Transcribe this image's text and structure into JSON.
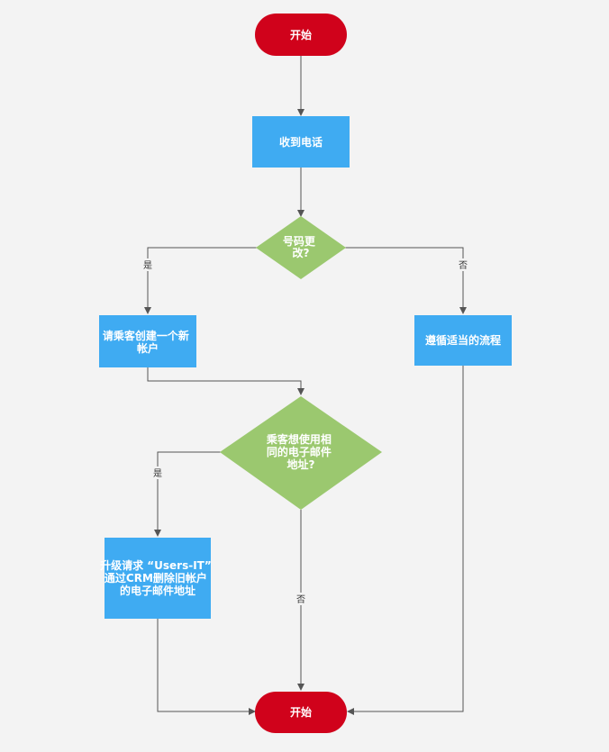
{
  "colors": {
    "terminal": "#d0021b",
    "process": "#3fabf2",
    "decision": "#9bc86f",
    "edge": "#555555",
    "background": "#f3f3f3"
  },
  "nodes": {
    "start": {
      "lines": [
        "开始"
      ]
    },
    "receive_call": {
      "lines": [
        "收到电话"
      ]
    },
    "number_changed": {
      "lines": [
        "号码更",
        "改?"
      ]
    },
    "create_account": {
      "lines": [
        "请乘客创建一个新",
        "帐户"
      ]
    },
    "follow_process": {
      "lines": [
        "遵循适当的流程"
      ]
    },
    "same_email": {
      "lines": [
        "乘客想使用相",
        "同的电子邮件",
        "地址?"
      ]
    },
    "escalate": {
      "lines": [
        "升级请求 “Users-IT”",
        "通过CRM删除旧帐户",
        "的电子邮件地址"
      ]
    },
    "end": {
      "lines": [
        "开始"
      ]
    }
  },
  "edge_labels": {
    "number_yes": "是",
    "number_no": "否",
    "email_yes": "是",
    "email_no": "否"
  }
}
